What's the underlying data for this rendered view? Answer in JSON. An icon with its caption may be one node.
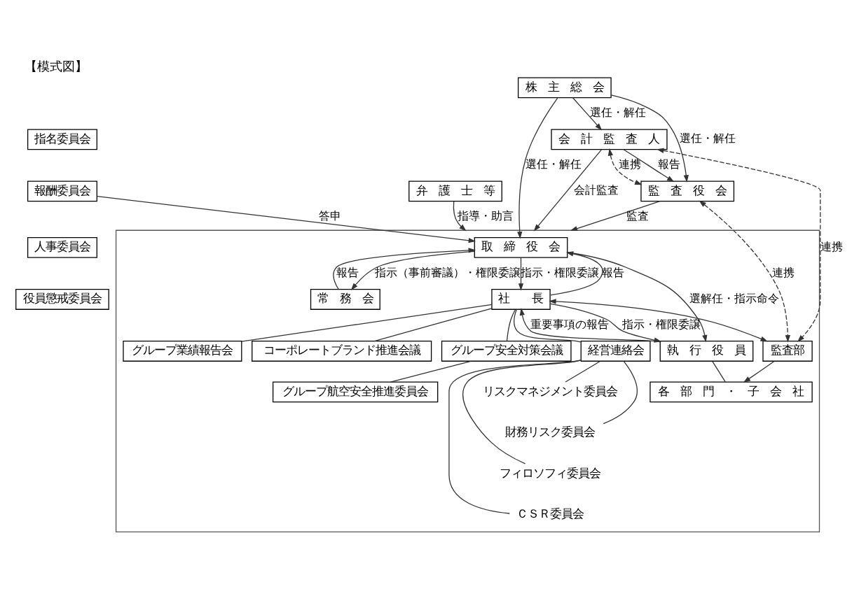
{
  "diagram": {
    "title": "【模式図】",
    "nodes": [
      {
        "text": [
          "株　主　総　会"
        ]
      },
      {
        "text": [],
        "shape": "box"
      },
      {
        "text": [
          "取　締　役　会"
        ],
        "in": 1
      },
      {
        "text": [
          "常　務　会"
        ],
        "in": 1
      },
      {
        "text": [
          "社　　長"
        ],
        "in": 1
      },
      {
        "text": [
          "グループ業績報告会"
        ],
        "in": 1
      },
      {
        "text": [
          "コーポレートブランド推進会議"
        ],
        "in": 1
      },
      {
        "text": [
          "グループ安全対策会議"
        ],
        "in": 1
      },
      {
        "text": [
          "グループ航空安全推進委員会"
        ],
        "in": 1
      },
      {
        "text": [
          "経営連絡会"
        ],
        "in": 1
      },
      {
        "text": [
          "監査部"
        ],
        "in": 1
      },
      {
        "text": [
          "執　行　役　員"
        ],
        "in": 1
      },
      {
        "text": [
          "各　部　門　・　子　会　社"
        ],
        "in": 1
      },
      {
        "text": [
          "監　査　役　会"
        ]
      },
      {
        "text": [
          "指名委員会"
        ]
      },
      {
        "text": [
          "報酬委員会"
        ]
      },
      {
        "text": [
          "人事委員会"
        ]
      },
      {
        "text": [
          "役員懲戒委員会"
        ]
      },
      {
        "text": [
          "会　計　監　査　人"
        ]
      },
      {
        "text": [
          "弁　護　士　等"
        ]
      },
      {
        "text": [
          "リスクマネジメント委員会"
        ],
        "in": 1
      },
      {
        "text": [
          "財務リスク委員会"
        ],
        "in": 1
      },
      {
        "text": [
          "フィロソフィ委員会"
        ],
        "in": 1
      },
      {
        "text": [
          "ＣＳＲ委員会"
        ],
        "in": 1
      }
    ],
    "edges": [
      {
        "from": 0,
        "to": 2,
        "arrow": "to",
        "label": "選任・解任"
      },
      {
        "from": 0,
        "to": 13,
        "arrow": "to",
        "label": "選任・解任"
      },
      {
        "from": 0,
        "to": 18,
        "arrow": "to",
        "label": "選任・解任"
      },
      {
        "from": 13,
        "to": 1,
        "arrow": "to",
        "label": "監査"
      },
      {
        "from": 2,
        "to": 3,
        "arrow": "to",
        "label": "指示（事前審議）・権限委譲"
      },
      {
        "from": 3,
        "to": 2,
        "arrow": "to",
        "label": "報告"
      },
      {
        "from": 15,
        "to": 2,
        "arrow": "to",
        "label": "答申"
      },
      {
        "from": 2,
        "to": 4,
        "arrow": "to",
        "label": "指示・権限委譲"
      },
      {
        "from": 4,
        "to": 2,
        "arrow": "to",
        "label": "報告"
      },
      {
        "from": 2,
        "to": 11,
        "arrow": "to",
        "label": "選解任・指示命令"
      },
      {
        "from": 11,
        "to": 4,
        "arrow": "to",
        "label": "重要事項の報告"
      },
      {
        "from": 4,
        "to": 11,
        "arrow": "to",
        "label": "指示・権限委譲"
      },
      {
        "from": 4,
        "to": 5,
        "arrow": "none"
      },
      {
        "from": 4,
        "to": 6,
        "arrow": "none"
      },
      {
        "from": 4,
        "to": 7,
        "arrow": "none"
      },
      {
        "from": 7,
        "to": 8,
        "arrow": "none"
      },
      {
        "from": 4,
        "to": 9,
        "arrow": "none"
      },
      {
        "from": 4,
        "to": 10,
        "arrow": "both"
      },
      {
        "from": 9,
        "to": 20,
        "arrow": "none"
      },
      {
        "from": 9,
        "to": 21,
        "arrow": "none"
      },
      {
        "from": 9,
        "to": 22,
        "arrow": "none"
      },
      {
        "from": 9,
        "to": 23,
        "arrow": "none"
      },
      {
        "from": 10,
        "to": 12,
        "arrow": "to"
      },
      {
        "from": 11,
        "to": 12,
        "arrow": "none"
      },
      {
        "from": 18,
        "to": 13,
        "arrow": "both",
        "style": "dashed",
        "label": "連携"
      },
      {
        "from": 18,
        "to": 13,
        "arrow": "to",
        "label": "報告"
      },
      {
        "from": 18,
        "to": 1,
        "arrow": "to",
        "label": "会計監査"
      },
      {
        "from": 18,
        "to": 10,
        "arrow": "both",
        "style": "dashed",
        "label": "連携"
      },
      {
        "from": 13,
        "to": 10,
        "arrow": "both",
        "style": "dashed",
        "label": "連携"
      },
      {
        "from": 19,
        "to": 1,
        "arrow": "to",
        "label": "指導・助言"
      }
    ]
  }
}
